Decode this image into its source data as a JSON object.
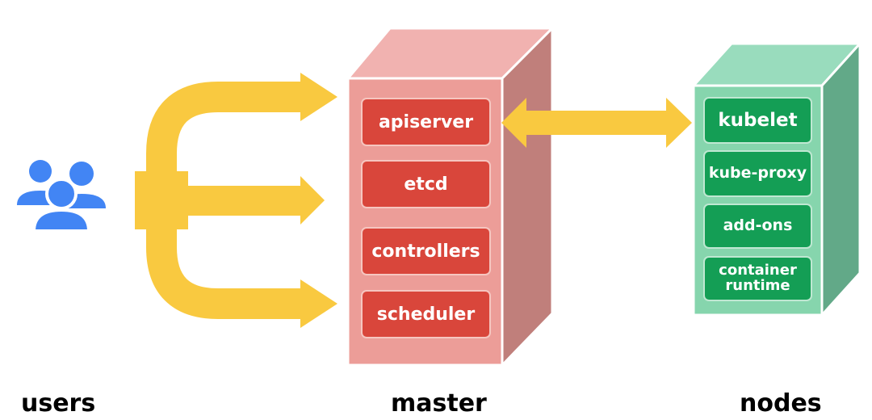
{
  "columns": {
    "users": "users",
    "master": "master",
    "nodes": "nodes"
  },
  "master": {
    "components": [
      "apiserver",
      "etcd",
      "controllers",
      "scheduler"
    ]
  },
  "nodes": {
    "components": [
      "kubelet",
      "kube-proxy",
      "add-ons",
      "container runtime"
    ]
  },
  "colors": {
    "arrows": "#f9c940",
    "master_front": "#ec9d98",
    "master_top": "#f1b2b0",
    "master_side": "#c07f7b",
    "master_item": "#d9463b",
    "node_front": "#86d5ad",
    "node_top": "#99dcbd",
    "node_side": "#62a988",
    "node_item": "#149e55",
    "users_icon": "#4285f4"
  },
  "icons": [
    "users-icon",
    "bidirectional-arrow-icon"
  ]
}
